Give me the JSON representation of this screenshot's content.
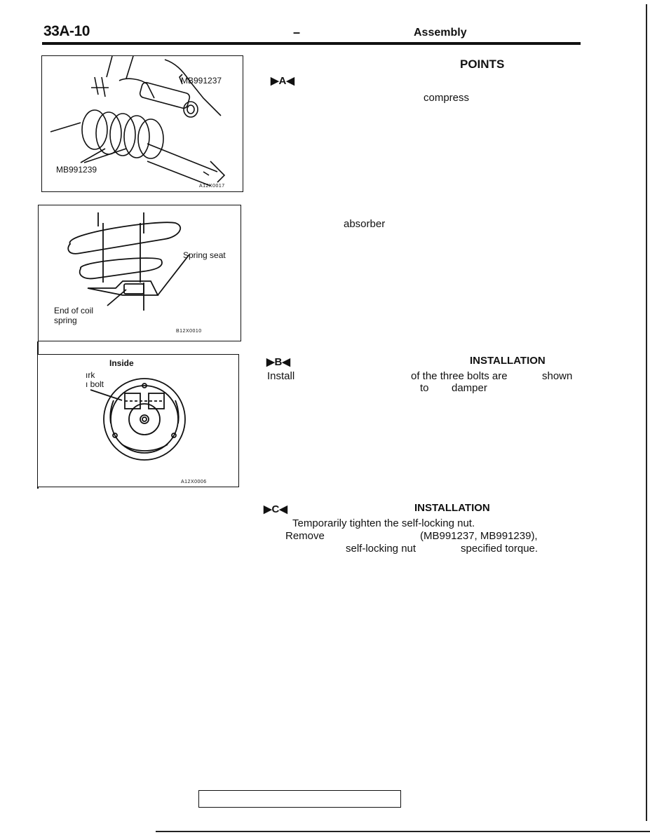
{
  "header": {
    "page_number": "33A-10",
    "dash": "–",
    "title": "Assembly"
  },
  "figures": {
    "fig1": {
      "label_tool_a": "MB991237",
      "label_tool_b": "MB991239",
      "code": "A12X0017"
    },
    "fig2": {
      "label_spring_seat": "Spring seat",
      "label_end_of": "End  of  coil",
      "label_spring": "spring",
      "code": "B12X0010"
    },
    "fig3": {
      "label_inside": "Inside",
      "label_rk": "ırk",
      "label_bolt": "ı bolt",
      "code": "A12X0006"
    }
  },
  "section_a": {
    "marker": "▶A◀",
    "heading": "POINTS",
    "word_compress": "compress",
    "word_absorber": "absorber"
  },
  "section_b": {
    "marker": "▶B◀",
    "heading": "INSTALLATION",
    "word_install": "Install",
    "phrase_of_three": "of the three bolts are",
    "word_shown": "shown",
    "word_to": "to",
    "word_damper": "damper"
  },
  "section_c": {
    "marker": "▶C◀",
    "heading": "INSTALLATION",
    "line1": "Temporarily  tighten  the  self-locking  nut.",
    "line2_start": "Remove",
    "line2_end": "(MB991237, MB991239),",
    "line3_mid": "self-locking nut",
    "line3_end": "specified torque."
  }
}
